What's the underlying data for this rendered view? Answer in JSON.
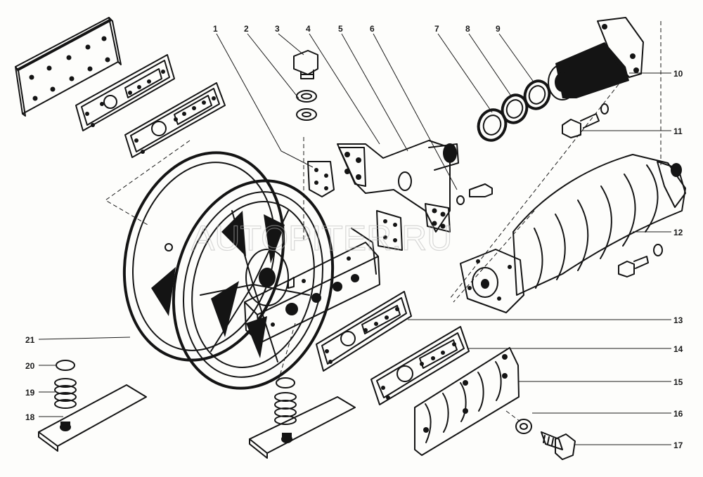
{
  "drawing": {
    "watermark": "AUTOPITER.RU",
    "callouts": [
      "1",
      "2",
      "3",
      "4",
      "5",
      "6",
      "7",
      "8",
      "9",
      "10",
      "11",
      "12",
      "13",
      "14",
      "15",
      "16",
      "17",
      "18",
      "19",
      "20",
      "21"
    ]
  }
}
